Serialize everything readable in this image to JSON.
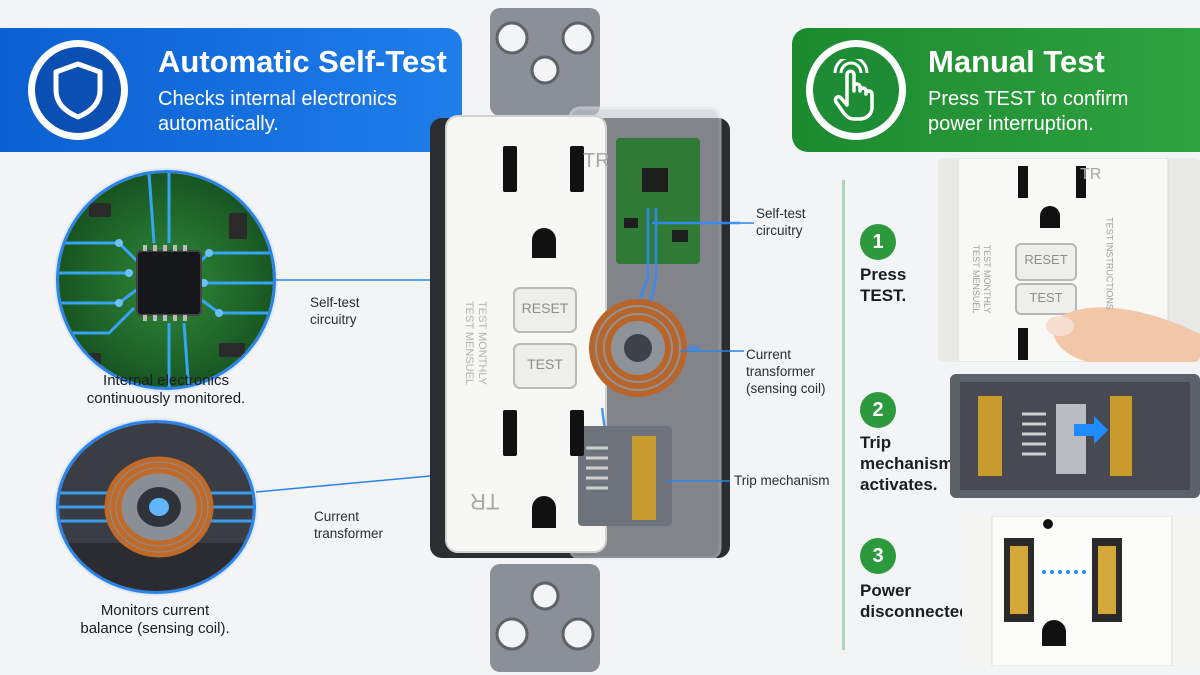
{
  "left_header": {
    "title": "Automatic Self-Test",
    "subtitle_line1": "Checks internal electronics",
    "subtitle_line2": "automatically.",
    "icon": "shield-icon",
    "color": "#0b5fd1"
  },
  "right_header": {
    "title": "Manual Test",
    "subtitle_line1": "Press TEST to confirm",
    "subtitle_line2": "power interruption.",
    "icon": "hand-pointer-icon",
    "color": "#1c8a2f"
  },
  "left_callouts": {
    "circuit_caption_line1": "Internal electronics",
    "circuit_caption_line2": "continuously monitored.",
    "circuit_label_line1": "Self-test",
    "circuit_label_line2": "circuitry",
    "coil_caption_line1": "Monitors current",
    "coil_caption_line2": "balance (sensing coil).",
    "coil_label_line1": "Current",
    "coil_label_line2": "transformer"
  },
  "device": {
    "upper_mark": "TR",
    "lower_mark": "TR",
    "reset_label": "RESET",
    "test_label": "TEST",
    "vertical_text_line1": "TEST MONTHLY",
    "vertical_text_line2": "TEST MENSUEL"
  },
  "device_callouts": {
    "selftest_line1": "Self-test",
    "selftest_line2": "circuitry",
    "ct_line1": "Current",
    "ct_line2": "transformer",
    "ct_line3": "(sensing coil)",
    "trip": "Trip mechanism"
  },
  "steps": [
    {
      "number": "1",
      "text_line1": "Press",
      "text_line2": "TEST.",
      "text_line3": ""
    },
    {
      "number": "2",
      "text_line1": "Trip",
      "text_line2": "mechanism",
      "text_line3": "activates."
    },
    {
      "number": "3",
      "text_line1": "Power",
      "text_line2": "disconnected.",
      "text_line3": ""
    }
  ],
  "step1_photo": {
    "mark": "TR",
    "reset_label": "RESET",
    "test_label": "TEST",
    "vertical_line1": "TEST MONTHLY",
    "vertical_line2": "TEST MENSUEL",
    "side_text": "TEST INSTRUCTIONS"
  }
}
